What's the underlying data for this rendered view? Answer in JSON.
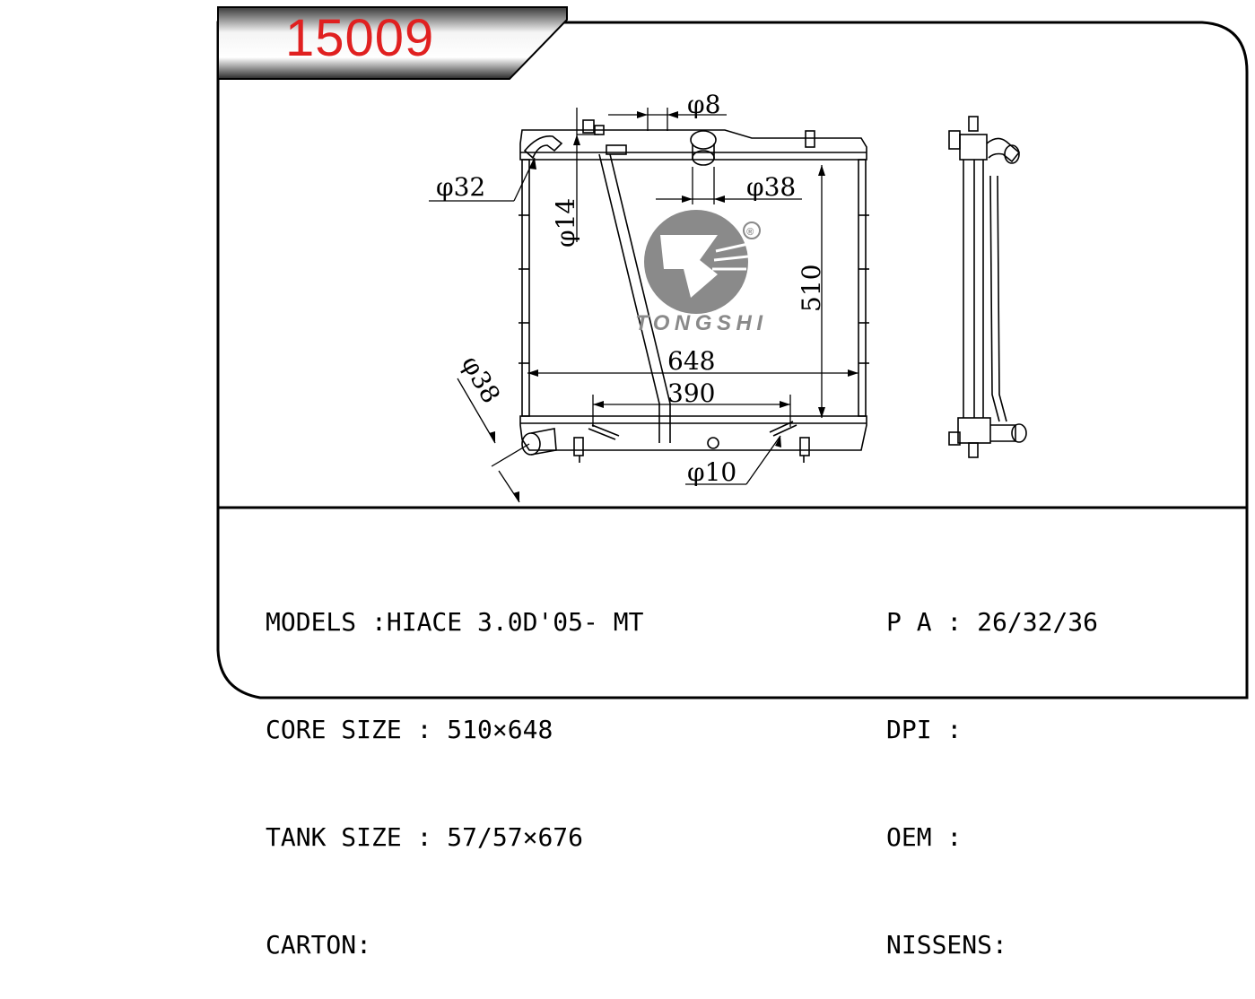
{
  "header": {
    "part_number": "15009"
  },
  "drawing": {
    "dimensions": {
      "dia_8": "φ8",
      "dia_32": "φ32",
      "dia_14": "φ14",
      "dia_38_top": "φ38",
      "dia_38_side": "φ38",
      "height_510": "510",
      "width_648": "648",
      "width_390": "390",
      "dia_10": "φ10"
    },
    "logo": {
      "brand": "TONGSHI",
      "registered": "®"
    }
  },
  "specs": {
    "left": [
      {
        "label": "MODELS :",
        "value": "HIACE 3.0D'05- MT"
      },
      {
        "label": "CORE SIZE : ",
        "value": "510×648"
      },
      {
        "label": "TANK SIZE : ",
        "value": "57/57×676"
      },
      {
        "label": "CARTON:",
        "value": ""
      }
    ],
    "right": [
      {
        "label": "P A : ",
        "value": "26/32/36"
      },
      {
        "label": "DPI :",
        "value": ""
      },
      {
        "label": "OEM :",
        "value": ""
      },
      {
        "label": "NISSENS:",
        "value": ""
      }
    ]
  },
  "colors": {
    "accent": "#e02020",
    "logo_gray": "#8a8a8a"
  }
}
